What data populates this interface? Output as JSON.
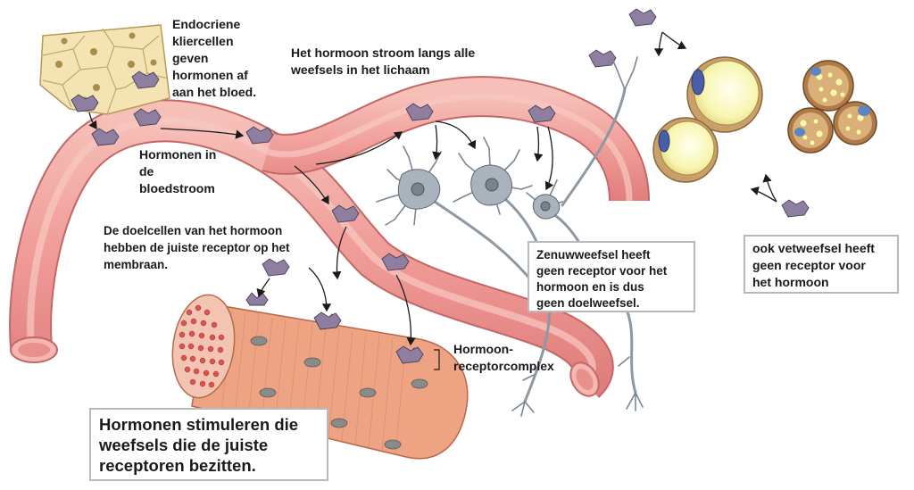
{
  "labels": {
    "endocrine": [
      "Endocriene",
      "kliercellen",
      "geven",
      "hormonen af",
      "aan het bloed."
    ],
    "stream": [
      "Het hormoon stroom langs alle",
      "weefsels in het lichaam"
    ],
    "bloodstream": [
      "Hormonen in",
      "de",
      "bloedstroom"
    ],
    "targets": [
      "De doelcellen van het hormoon",
      "hebben de juiste receptor op het",
      "membraan."
    ],
    "complex": [
      "Hormoon-",
      "receptorcomplex"
    ],
    "nerve_box": [
      "Zenuwweefsel heeft",
      "geen receptor voor het",
      "hormoon en is dus",
      "geen doelweefsel."
    ],
    "fat_box": [
      "ook vetweefsel heeft",
      "geen receptor voor",
      "het hormoon"
    ],
    "main_box": [
      "Hormonen stimuleren die",
      "weefsels die de juiste",
      "receptoren bezitten."
    ]
  },
  "colors": {
    "vessel": "#f0a4a0",
    "vessel_edge": "#c26866",
    "muscle": "#eea383",
    "hormone": "#8e7fa0",
    "neuron": "#a9b3bd",
    "endocrine": "#f4e4b3",
    "fat_cell": "#fafab8",
    "box_border": "#b9b9b9"
  }
}
